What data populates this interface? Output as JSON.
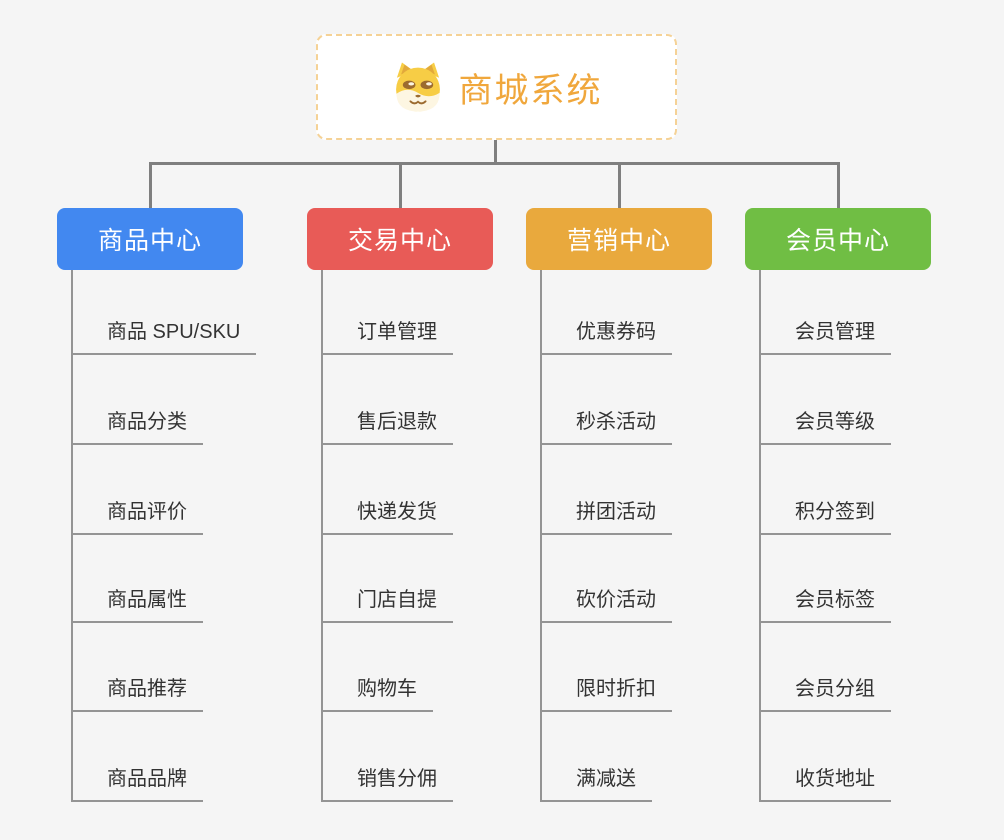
{
  "root": {
    "title": "商城系统",
    "icon": "dog-face-icon"
  },
  "colors": {
    "root_text": "#f0a73c",
    "root_border": "#f5d296",
    "connector": "#7f7f7f",
    "leaf_line": "#949494",
    "leaf_text": "#333333",
    "background": "#f5f5f5",
    "branch_product": "#4288f0",
    "branch_trade": "#e85b57",
    "branch_marketing": "#e9a93d",
    "branch_member": "#70be44"
  },
  "columns": [
    {
      "label": "商品中心",
      "color": "#4288f0",
      "items": [
        "商品 SPU/SKU",
        "商品分类",
        "商品评价",
        "商品属性",
        "商品推荐",
        "商品品牌"
      ]
    },
    {
      "label": "交易中心",
      "color": "#e85b57",
      "items": [
        "订单管理",
        "售后退款",
        "快递发货",
        "门店自提",
        "购物车",
        "销售分佣"
      ]
    },
    {
      "label": "营销中心",
      "color": "#e9a93d",
      "items": [
        "优惠券码",
        "秒杀活动",
        "拼团活动",
        "砍价活动",
        "限时折扣",
        "满减送"
      ]
    },
    {
      "label": "会员中心",
      "color": "#70be44",
      "items": [
        "会员管理",
        "会员等级",
        "积分签到",
        "会员标签",
        "会员分组",
        "收货地址"
      ]
    }
  ]
}
